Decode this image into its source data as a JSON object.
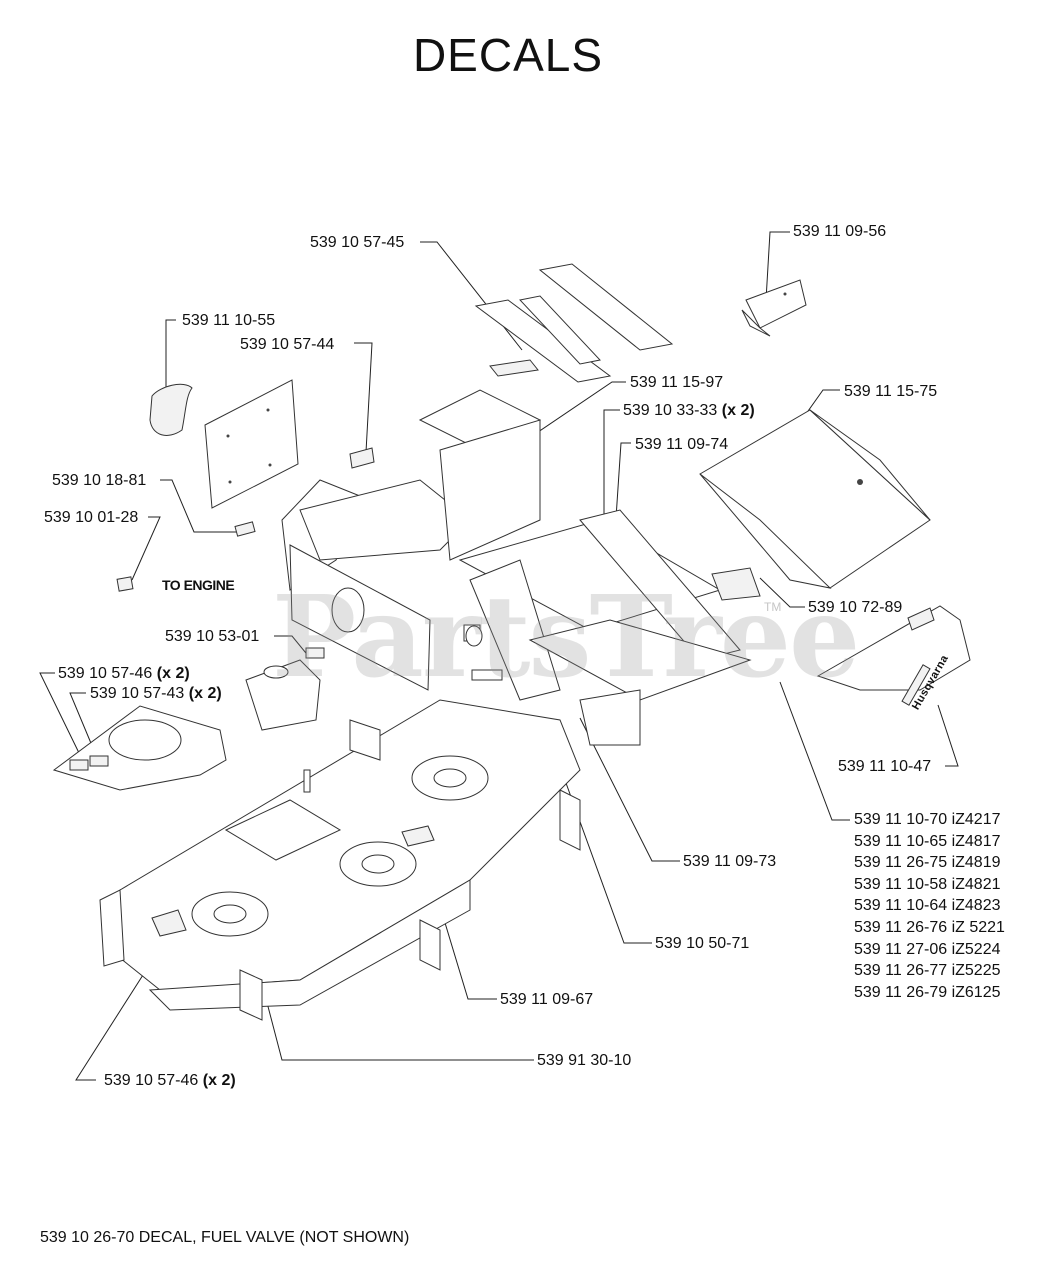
{
  "title": "DECALS",
  "watermark": "PartsTree",
  "watermark_tm": "TM",
  "to_engine_label": "TO ENGINE",
  "brand_logo": "Husqvarna",
  "callouts": {
    "c1": {
      "part": "539 10 57-45",
      "qty": ""
    },
    "c2": {
      "part": "539 11 09-56",
      "qty": ""
    },
    "c3": {
      "part": "539 11 10-55",
      "qty": ""
    },
    "c4": {
      "part": "539 10 57-44",
      "qty": ""
    },
    "c5": {
      "part": "539 11 15-97",
      "qty": ""
    },
    "c6": {
      "part": "539 11 15-75",
      "qty": ""
    },
    "c7": {
      "part": "539 10 33-33",
      "qty": "(x 2)"
    },
    "c8": {
      "part": "539 11 09-74",
      "qty": ""
    },
    "c9": {
      "part": "539 10 18-81",
      "qty": ""
    },
    "c10": {
      "part": "539 10 01-28",
      "qty": ""
    },
    "c11": {
      "part": "539 10 72-89",
      "qty": ""
    },
    "c12": {
      "part": "539 10 53-01",
      "qty": ""
    },
    "c13": {
      "part": "539 10 57-46",
      "qty": "(x 2)"
    },
    "c14": {
      "part": "539 10 57-43",
      "qty": "(x 2)"
    },
    "c15": {
      "part": "539 11 10-47",
      "qty": ""
    },
    "c16": {
      "part": "539 11 09-73",
      "qty": ""
    },
    "c17": {
      "part": "539 10 50-71",
      "qty": ""
    },
    "c18": {
      "part": "539 11 09-67",
      "qty": ""
    },
    "c19": {
      "part": "539 91 30-10",
      "qty": ""
    },
    "c20": {
      "part": "539 10 57-46",
      "qty": "(x 2)"
    }
  },
  "model_list": [
    "539 11 10-70 iZ4217",
    "539 11 10-65 iZ4817",
    "539 11 26-75 iZ4819",
    "539 11 10-58 iZ4821",
    "539 11 10-64 iZ4823",
    "539 11 26-76 iZ 5221",
    "539 11 27-06 iZ5224",
    "539 11 26-77 iZ5225",
    "539 11 26-79 iZ6125"
  ],
  "footer_note": "539 10 26-70 DECAL, FUEL VALVE (NOT SHOWN)"
}
